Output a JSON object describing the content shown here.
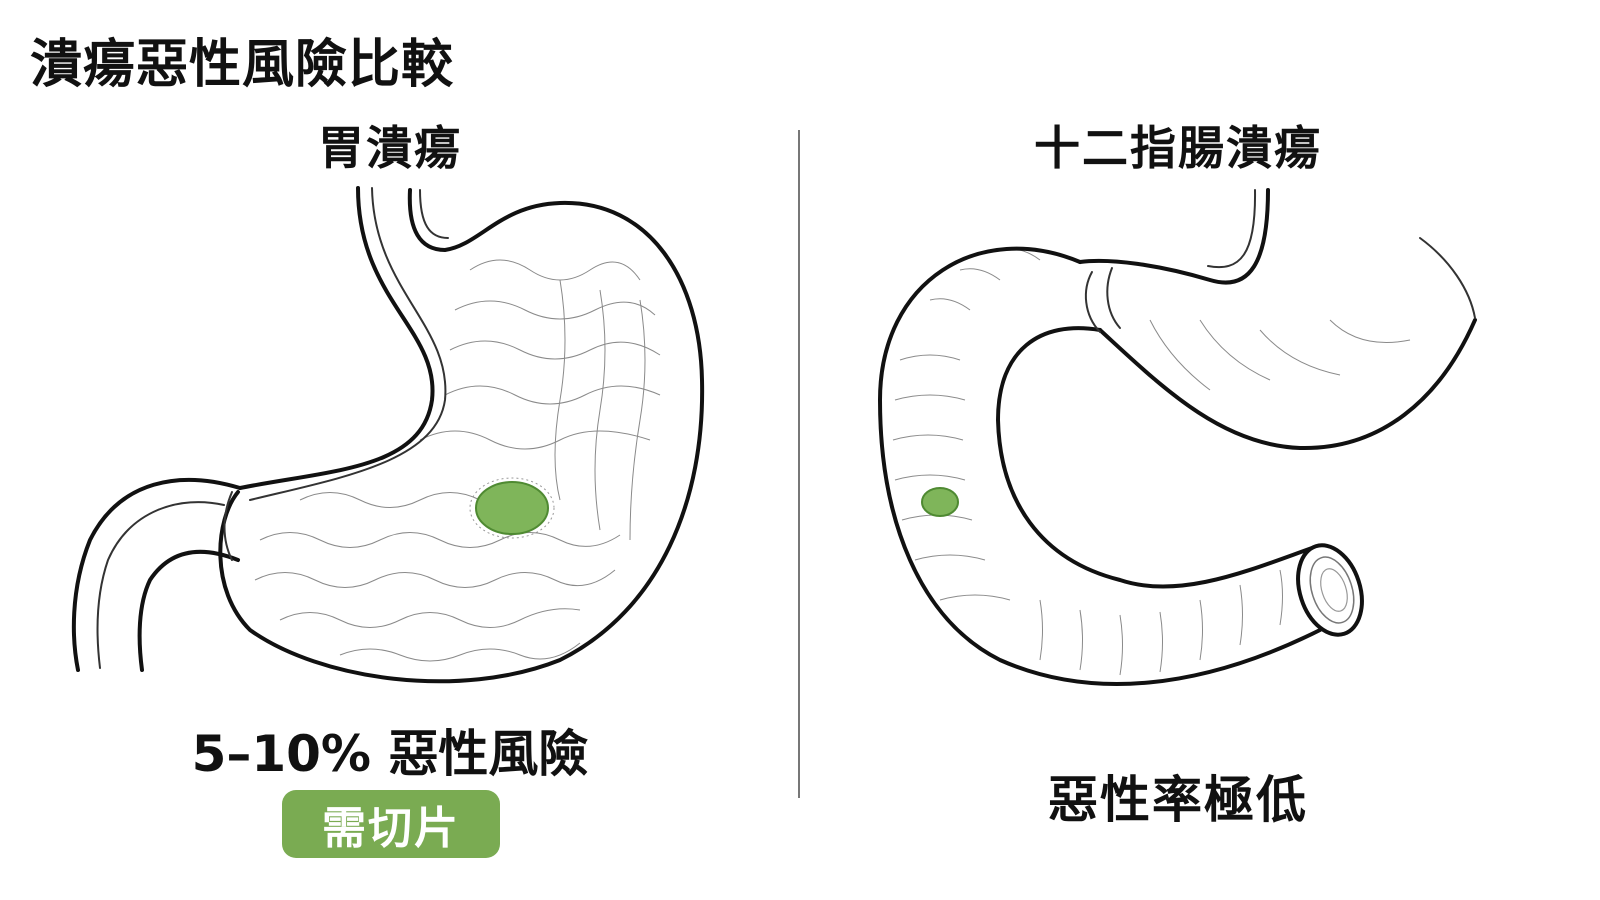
{
  "title": "潰瘍惡性風險比較",
  "left_panel": {
    "heading": "胃潰瘍",
    "risk_text": "5–10% 惡性風險",
    "badge_text": "需切片"
  },
  "right_panel": {
    "heading": "十二指腸潰瘍",
    "risk_text": "惡性率極低"
  },
  "colors": {
    "ulcer_fill": "#7fb55a",
    "ulcer_edge": "#4f8a32",
    "badge_bg": "#7aab52",
    "divider": "#777777"
  },
  "icons": {
    "stomach": "stomach-illustration",
    "duodenum": "duodenum-illustration",
    "ulcer": "ulcer-spot"
  }
}
